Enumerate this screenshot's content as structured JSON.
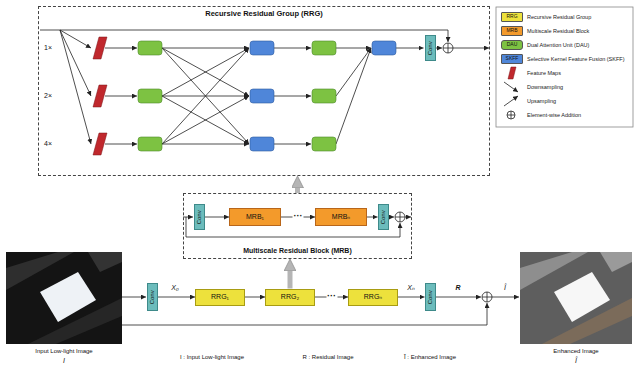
{
  "diagram": {
    "nodes": [
      {
        "text": [
          "Recursive Residual Group (RRG)"
        ]
      },
      {
        "text": [
          "Conv"
        ],
        "in": 0
      },
      {
        "text": [
          "Multiscale Residual Block (MRB)"
        ]
      },
      {
        "text": [
          "Conv"
        ],
        "in": 2
      },
      {
        "text": [
          "MRB₁"
        ],
        "in": 2
      },
      {
        "text": [
          "MRBₙ"
        ],
        "in": 2
      },
      {
        "text": [
          "Conv"
        ],
        "in": 2
      },
      {
        "text": [
          "Conv"
        ]
      },
      {
        "text": [
          "RRG₁"
        ]
      },
      {
        "text": [
          "RRG₂"
        ]
      },
      {
        "text": [
          "RRGₙ"
        ]
      },
      {
        "text": [
          "Conv"
        ]
      }
    ],
    "edges": [
      {
        "from": 3,
        "to": 4,
        "arrow": "to"
      },
      {
        "from": 4,
        "to": 5,
        "arrow": "to",
        "label": "···"
      },
      {
        "from": 5,
        "to": 6,
        "arrow": "to"
      },
      {
        "from": 7,
        "to": 8,
        "arrow": "to"
      },
      {
        "from": 8,
        "to": 9,
        "arrow": "to"
      },
      {
        "from": 9,
        "to": 10,
        "arrow": "to",
        "label": "···"
      },
      {
        "from": 10,
        "to": 11,
        "arrow": "to"
      },
      {
        "from": 9,
        "to": 2,
        "arrow": "to"
      },
      {
        "from": 2,
        "to": 0,
        "arrow": "to"
      }
    ],
    "labels": [
      "1×",
      "2×",
      "4×",
      "RRG",
      "MRB",
      "DAU",
      "SKFF",
      "X₀",
      "Xₙ",
      "R",
      "Î",
      "Input Low-light Image",
      "I",
      "Enhanced Image",
      "Î",
      "I : Input Low-light Image",
      "R : Residual Image",
      "Î : Enhanced Image"
    ],
    "legend": [
      {
        "text": "Recursive Residual Group",
        "color": "#ede13c"
      },
      {
        "text": "Multiscale Residual Block",
        "color": "#f39a2b"
      },
      {
        "text": "Dual Attention Unit (DAU)",
        "color": "#7dc242"
      },
      {
        "text": "Selective Kernel Feature Fusion (SKFF)",
        "color": "#4f86d9"
      },
      {
        "text": "Feature Maps"
      },
      {
        "text": "Downsampling"
      },
      {
        "text": "Upsampling"
      },
      {
        "text": "Element-wise Addition"
      }
    ]
  }
}
